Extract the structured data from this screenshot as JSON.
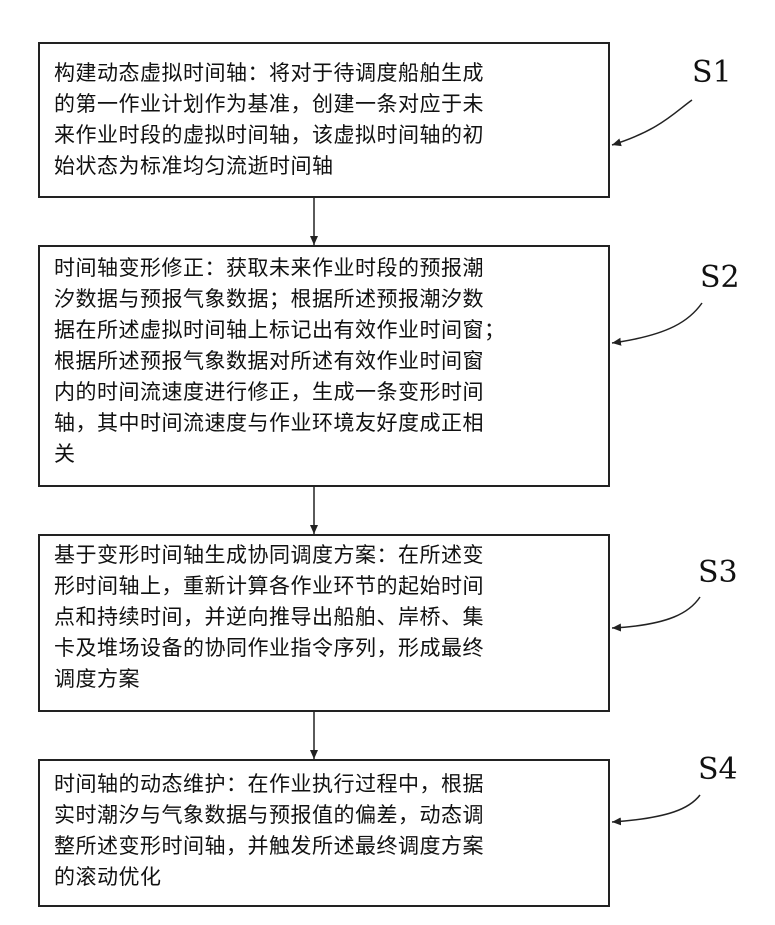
{
  "steps": [
    {
      "label": "S1",
      "text": "构建动态虚拟时间轴：将对于待调度船舶生成\n的第一作业计划作为基准，创建一条对应于未\n来作业时段的虚拟时间轴，该虚拟时间轴的初\n始状态为标准均匀流逝时间轴"
    },
    {
      "label": "S2",
      "text": "时间轴变形修正：获取未来作业时段的预报潮\n汐数据与预报气象数据；根据所述预报潮汐数\n据在所述虚拟时间轴上标记出有效作业时间窗；\n根据所述预报气象数据对所述有效作业时间窗\n内的时间流速度进行修正，生成一条变形时间\n轴，其中时间流速度与作业环境友好度成正相\n关"
    },
    {
      "label": "S3",
      "text": "基于变形时间轴生成协同调度方案：在所述变\n形时间轴上，重新计算各作业环节的起始时间\n点和持续时间，并逆向推导出船舶、岸桥、集\n卡及堆场设备的协同作业指令序列，形成最终\n调度方案"
    },
    {
      "label": "S4",
      "text": "时间轴的动态维护：在作业执行过程中，根据\n实时潮汐与气象数据与预报值的偏差，动态调\n整所述变形时间轴，并触发所述最终调度方案\n的滚动优化"
    }
  ]
}
